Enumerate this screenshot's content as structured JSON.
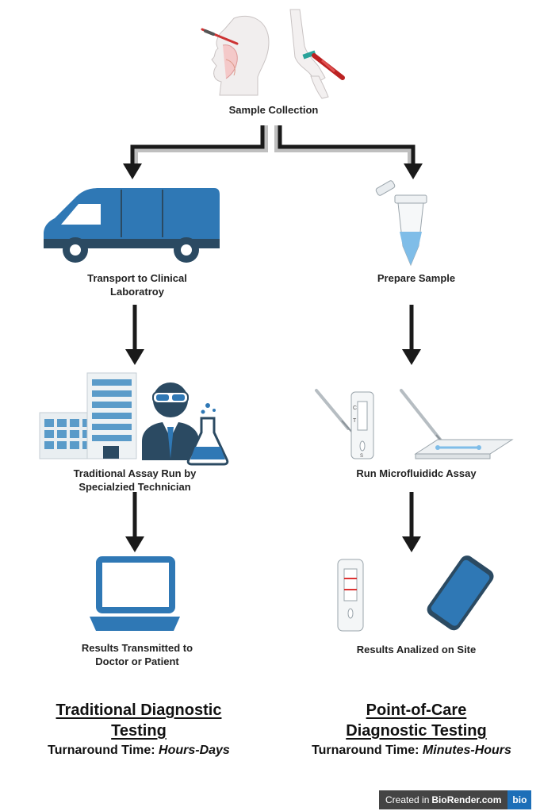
{
  "nodes": {
    "sample_collection": "Sample Collection",
    "transport": [
      "Transport to Clinical",
      "Laboratroy"
    ],
    "prepare": "Prepare Sample",
    "assay_traditional": [
      "Traditional Assay Run by",
      "Specialzied Technician"
    ],
    "assay_microfluidic": "Run Microfluididc Assay",
    "results_traditional": [
      "Results Transmitted to",
      "Doctor or Patient"
    ],
    "results_poc": "Results Analized on Site"
  },
  "left_column": {
    "title_line1": "Traditional Diagnostic",
    "title_line2": "Testing",
    "turnaround_label": "Turnaround Time:",
    "turnaround_value": "Hours-Days"
  },
  "right_column": {
    "title_line1": "Point-of-Care",
    "title_line2": "Diagnostic Testing",
    "turnaround_label": "Turnaround Time:",
    "turnaround_value": "Minutes-Hours"
  },
  "test_strip_marks": {
    "control": "C",
    "test": "T",
    "sample": "S"
  },
  "watermark": {
    "prefix": "Created in",
    "brand": "BioRender.com",
    "logo": "bio"
  },
  "icons": [
    "nasal-swab-icon",
    "blood-draw-icon",
    "van-icon",
    "hospital-building-icon",
    "technician-icon",
    "flask-icon",
    "microcentrifuge-tube-icon",
    "lateral-flow-test-icon",
    "microfluidic-chip-icon",
    "laptop-icon",
    "smartphone-icon"
  ],
  "colors": {
    "primary_blue": "#2f78b5",
    "dark_blue": "#2b4a62",
    "arrow": "#1a1a1a"
  }
}
